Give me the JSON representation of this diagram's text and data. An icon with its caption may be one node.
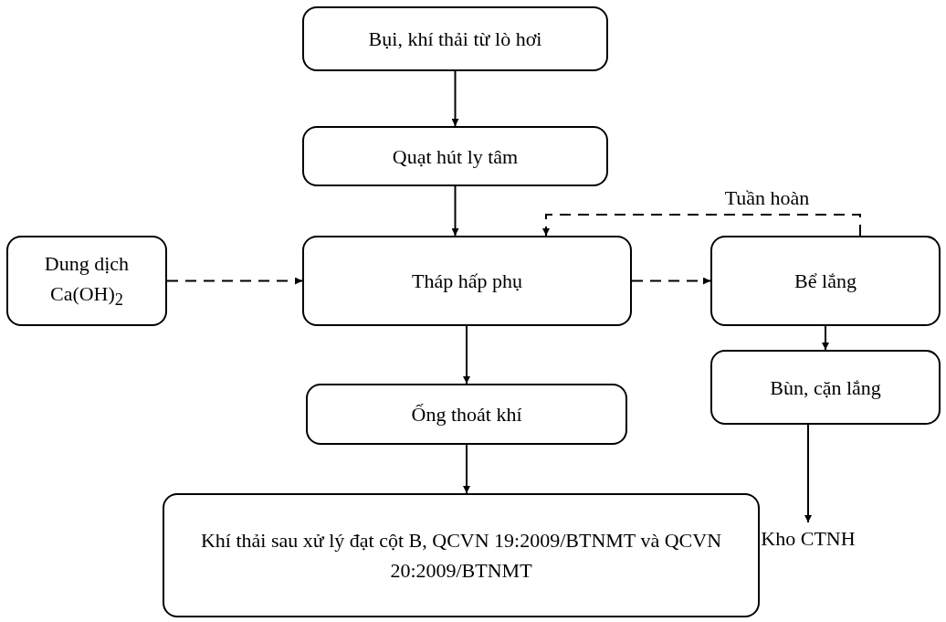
{
  "diagram": {
    "nodes": [
      {
        "text": [
          "Bụi, khí thải từ lò hơi"
        ]
      },
      {
        "text": [
          "Quạt hút ly tâm"
        ]
      },
      {
        "text": [
          "Dung dịch Ca(OH)$_{2}$"
        ]
      },
      {
        "text": [
          "Tháp hấp phụ"
        ]
      },
      {
        "text": [
          "Bể lắng"
        ]
      },
      {
        "text": [
          "Ống thoát khí"
        ]
      },
      {
        "text": [
          "Bùn, cặn lắng"
        ]
      },
      {
        "text": [
          "Kho CTNH"
        ]
      },
      {
        "text": [
          "Khí thải sau xử lý đạt cột B, QCVN 19:2009/BTNMT và QCVN 20:2009/BTNMT"
        ]
      }
    ],
    "edges": [
      {
        "from": 0,
        "to": 1,
        "arrow": "to"
      },
      {
        "from": 1,
        "to": 3,
        "arrow": "to"
      },
      {
        "from": 2,
        "to": 3,
        "arrow": "to",
        "style": "dashed"
      },
      {
        "from": 3,
        "to": 4,
        "arrow": "to",
        "style": "dashed"
      },
      {
        "from": 4,
        "to": 3,
        "arrow": "to",
        "style": "dashed",
        "label": "Tuần hoàn"
      },
      {
        "from": 3,
        "to": 5,
        "arrow": "to"
      },
      {
        "from": 5,
        "to": 8,
        "arrow": "to"
      },
      {
        "from": 4,
        "to": 6,
        "arrow": "to"
      },
      {
        "from": 6,
        "to": 7,
        "arrow": "to"
      }
    ]
  }
}
